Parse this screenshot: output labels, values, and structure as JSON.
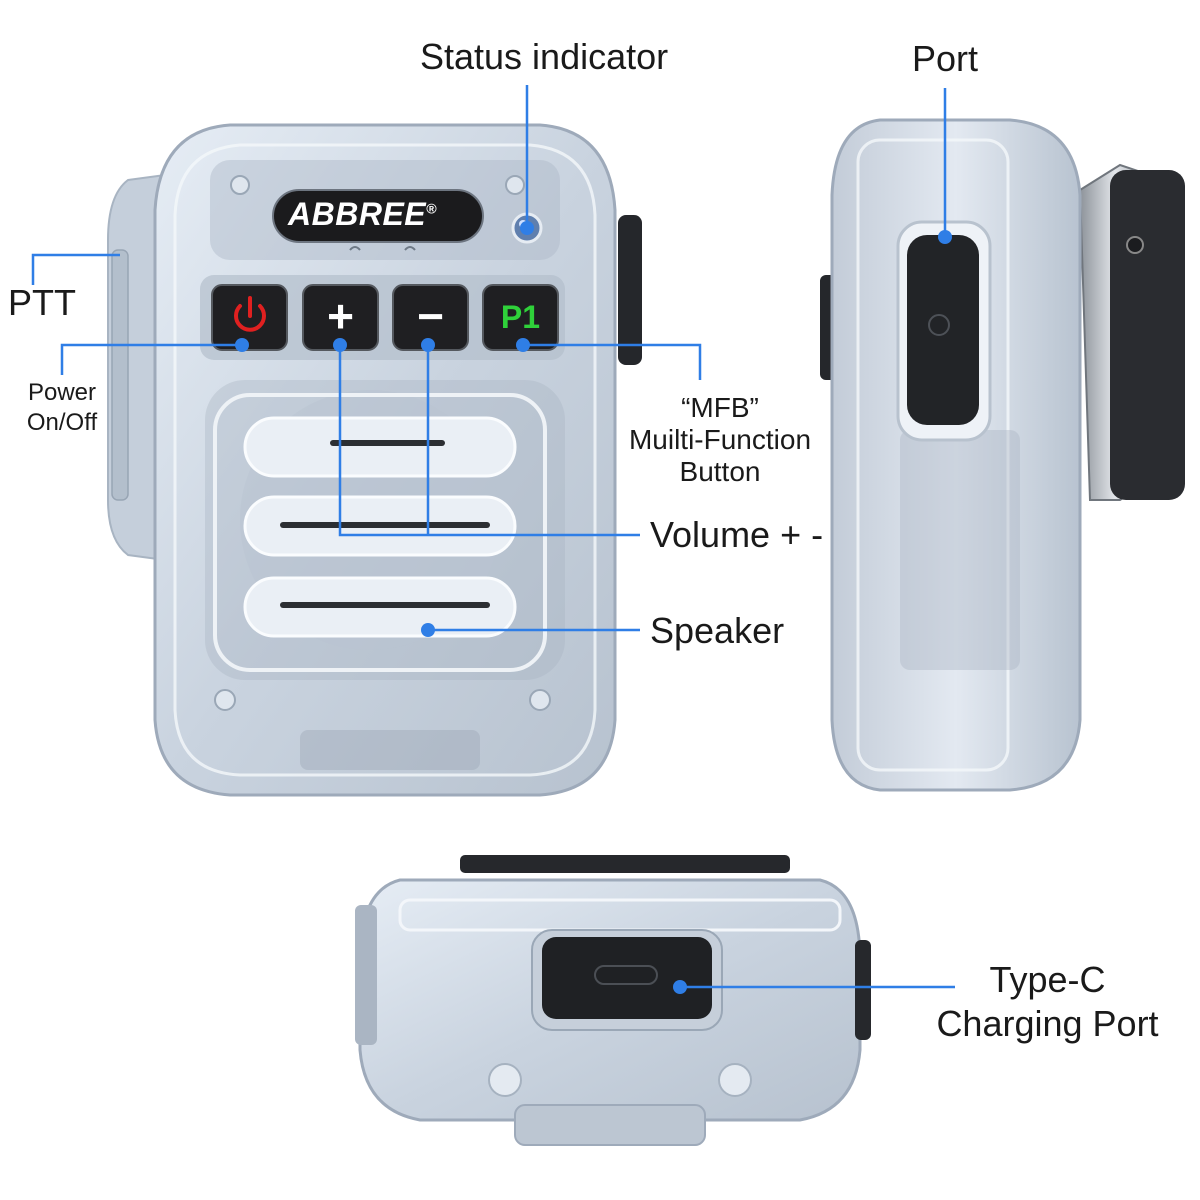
{
  "brand": "ABBREE",
  "brand_mark": "®",
  "labels": {
    "status_indicator": "Status indicator",
    "port": "Port",
    "ptt": "PTT",
    "power_line1": "Power",
    "power_line2": "On/Off",
    "mfb_line1": "“MFB”",
    "mfb_line2": "Muilti-Function",
    "mfb_line3": "Button",
    "volume": "Volume + -",
    "speaker": "Speaker",
    "typec_line1": "Type-C",
    "typec_line2": "Charging Port"
  },
  "buttons": {
    "power_icon": "power-icon",
    "plus": "+",
    "minus": "−",
    "p1": "P1"
  },
  "colors": {
    "callout": "#2f7ee6",
    "device_body": "#d4dde8",
    "button_bg": "#1f1f22",
    "power_red": "#e02020",
    "p1_green": "#2fd13a"
  }
}
